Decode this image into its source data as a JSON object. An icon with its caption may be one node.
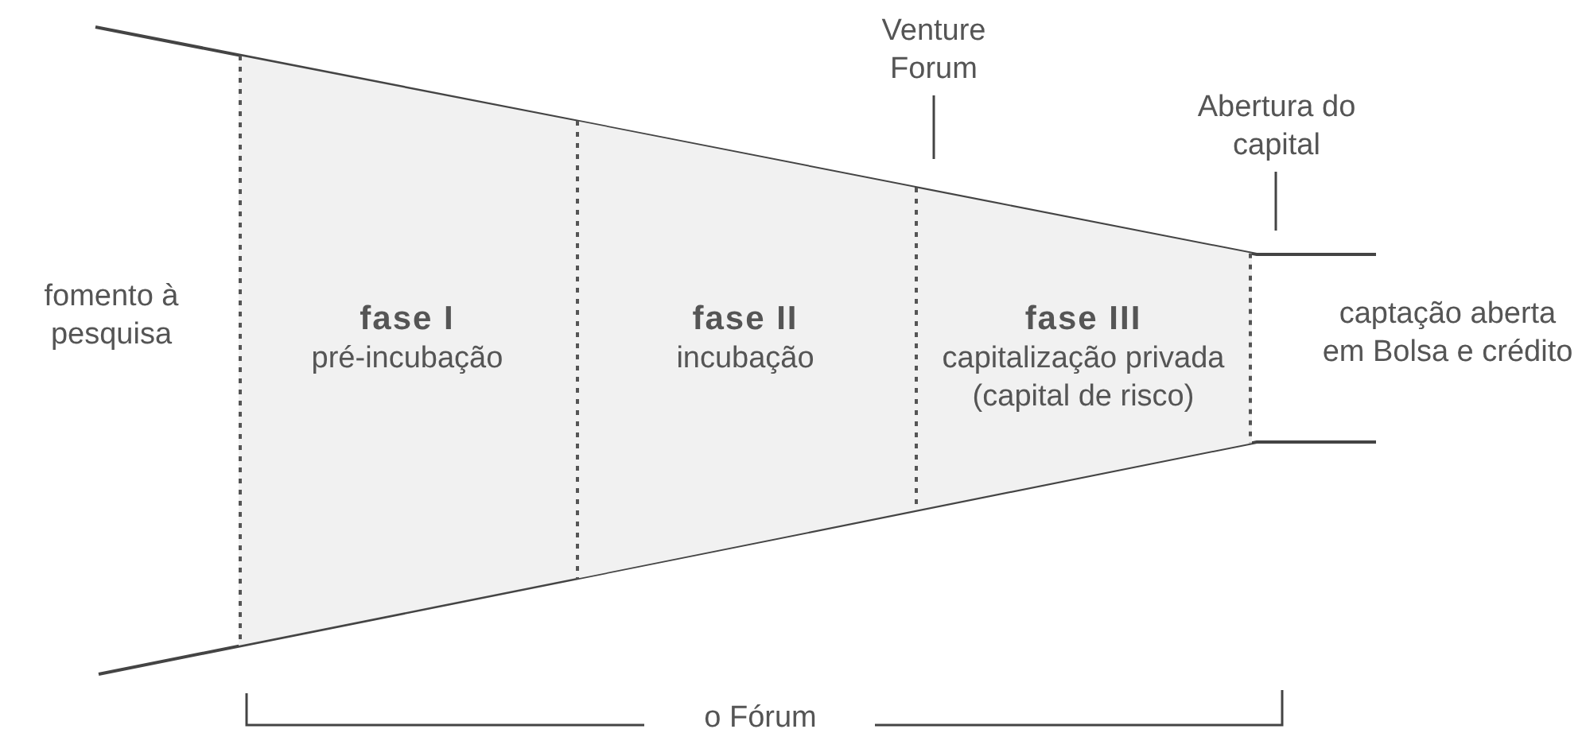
{
  "diagram": {
    "nodes": [
      {
        "text": [
          "fase I",
          "pré-incubação"
        ]
      },
      {
        "text": [
          "fase II",
          "incubação"
        ]
      },
      {
        "text": [
          "fase III",
          "capitalização privada (capital de risco)"
        ]
      },
      {
        "text": [
          "Venture Forum"
        ]
      },
      {
        "text": [
          "Abertura do capital"
        ]
      }
    ],
    "edges": [
      {
        "from": 3,
        "to": null,
        "arrow": "none"
      },
      {
        "from": 4,
        "to": null,
        "arrow": "none"
      }
    ],
    "labels": [
      "fomento à pesquisa",
      "captação aberta em Bolsa e crédito",
      "o Fórum"
    ]
  }
}
